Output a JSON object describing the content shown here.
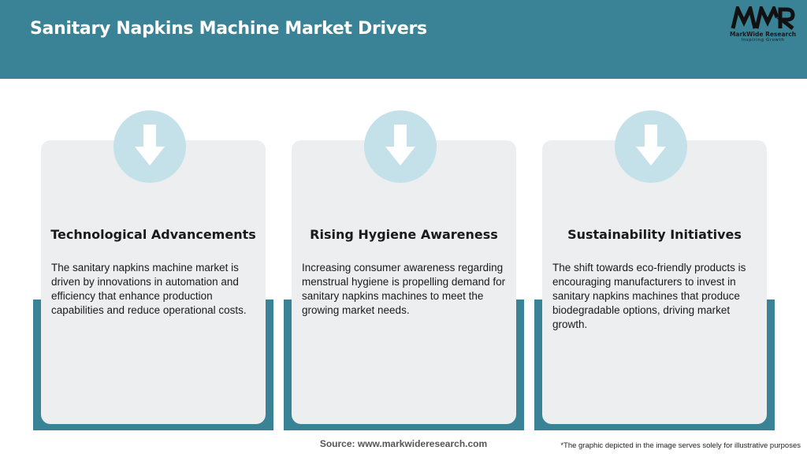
{
  "header": {
    "title": "Sanitary Napkins Machine Market Drivers",
    "logo_mark": "MWR",
    "logo_name": "MarkWide Research",
    "logo_tagline": "Inspiring Growth"
  },
  "colors": {
    "teal": "#3a8296",
    "card_bg": "#eceef0",
    "icon_circle": "#c4e1ea"
  },
  "cards": [
    {
      "icon": "down-arrow-icon",
      "title": "Technological Advancements",
      "text": "The sanitary napkins machine market is driven by innovations in automation and efficiency that enhance production capabilities and reduce operational costs."
    },
    {
      "icon": "down-arrow-icon",
      "title": "Rising Hygiene Awareness",
      "text": "Increasing consumer awareness regarding menstrual hygiene is propelling demand for sanitary napkins machines to meet the growing market needs."
    },
    {
      "icon": "down-arrow-icon",
      "title": "Sustainability Initiatives",
      "text": "The shift towards eco-friendly products is encouraging manufacturers to invest in sanitary napkins machines that produce biodegradable options, driving market growth."
    }
  ],
  "footer": {
    "source": "Source: www.markwideresearch.com",
    "note": "*The graphic depicted in the image serves solely for illustrative purposes"
  }
}
